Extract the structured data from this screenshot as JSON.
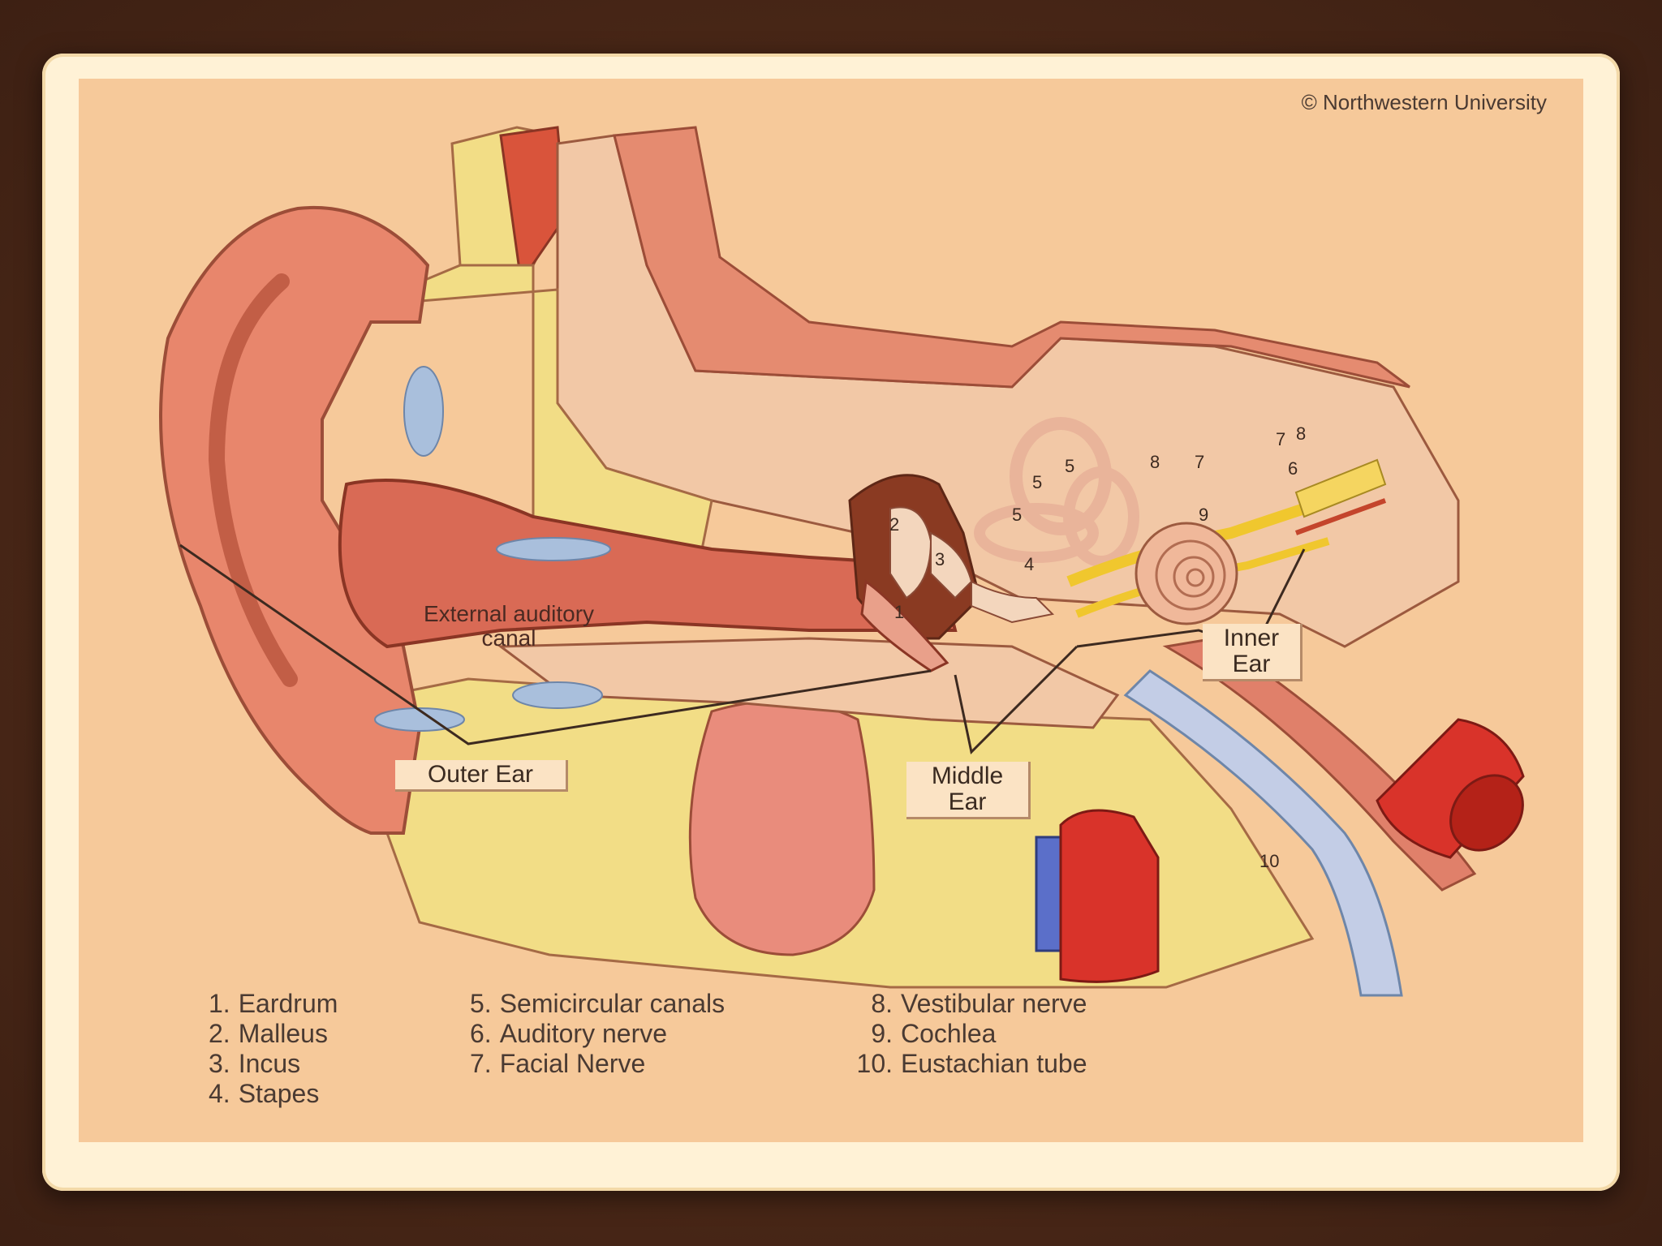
{
  "copyright": "© Northwestern University",
  "regions": {
    "outer": "Outer Ear",
    "middle_line1": "Middle",
    "middle_line2": "Ear",
    "inner_line1": "Inner",
    "inner_line2": "Ear"
  },
  "canal_label_line1": "External auditory",
  "canal_label_line2": "canal",
  "markers": [
    "1",
    "2",
    "3",
    "4",
    "5",
    "6",
    "7",
    "8",
    "9",
    "10"
  ],
  "legend": [
    {
      "n": "1.",
      "label": "Eardrum"
    },
    {
      "n": "2.",
      "label": "Malleus"
    },
    {
      "n": "3.",
      "label": "Incus"
    },
    {
      "n": "4.",
      "label": "Stapes"
    },
    {
      "n": "5.",
      "label": "Semicircular canals"
    },
    {
      "n": "6.",
      "label": "Auditory nerve"
    },
    {
      "n": "7.",
      "label": "Facial Nerve"
    },
    {
      "n": "8.",
      "label": "Vestibular nerve"
    },
    {
      "n": "9.",
      "label": "Cochlea"
    },
    {
      "n": "10.",
      "label": "Eustachian tube"
    }
  ],
  "colors": {
    "background": "#4a2716",
    "frame": "#fff2d6",
    "plate": "#f6c99a",
    "flesh": "#e8866c",
    "bone": "#f2c8a6",
    "fat": "#f3dc86",
    "vessel_red": "#d9332a",
    "vessel_blue": "#5b6fc9",
    "nerve_yellow": "#f0c72e"
  }
}
